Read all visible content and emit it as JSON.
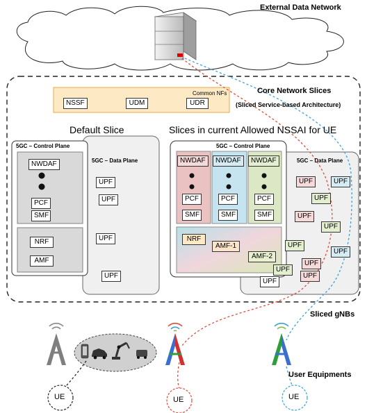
{
  "titles": {
    "external_network": "External Data Network",
    "core_slices": "Core Network Slices",
    "core_slices_sub": "(Sliced Service-based Architecture)",
    "default_slice": "Default Slice",
    "allowed_slices": "Slices in current Allowed NSSAI for UE",
    "sliced_gnbs": "Sliced gNBs",
    "user_equipments": "User Equipments"
  },
  "common_nfs": {
    "label": "Common NFs",
    "items": [
      "NSSF",
      "UDM",
      "UDR"
    ]
  },
  "default_slice": {
    "control_plane": "5GC – Control Plane",
    "data_plane": "5GC – Data Plane",
    "top_nfs": [
      "NWDAF",
      "PCF",
      "SMF"
    ],
    "bottom_nfs": [
      "NRF",
      "AMF"
    ],
    "upfs": [
      "UPF",
      "UPF",
      "UPF",
      "UPF"
    ]
  },
  "allowed_slices": {
    "control_plane": "5GC – Control Plane",
    "data_plane": "5GC – Data Plane",
    "columns": [
      {
        "color": "#f6d9d9",
        "nfs": [
          "NWDAF",
          "PCF",
          "SMF"
        ]
      },
      {
        "color": "#d6ecf5",
        "nfs": [
          "NWDAF",
          "PCF",
          "SMF"
        ]
      },
      {
        "color": "#e4efd2",
        "nfs": [
          "NWDAF",
          "PCF",
          "SMF"
        ]
      }
    ],
    "shared_nfs": [
      "NRF",
      "AMF-1",
      "AMF-2"
    ],
    "upfs": [
      "UPF",
      "UPF",
      "UPF",
      "UPF",
      "UPF",
      "UPF",
      "UPF",
      "UPF",
      "UPF",
      "UPF",
      "UPF"
    ]
  },
  "ues": [
    "UE",
    "UE",
    "UE"
  ],
  "colors": {
    "red": "#e04a3a",
    "blue": "#3aa0d8",
    "green": "#8fb84a",
    "panel_border": "#333333",
    "common_bg": "#fde9c4",
    "common_border": "#e6a94a"
  },
  "icons": [
    "cloud-icon",
    "server-icon",
    "antenna-tower-icon",
    "phone-icon",
    "car-icon",
    "robot-arm-icon",
    "device-icon"
  ]
}
